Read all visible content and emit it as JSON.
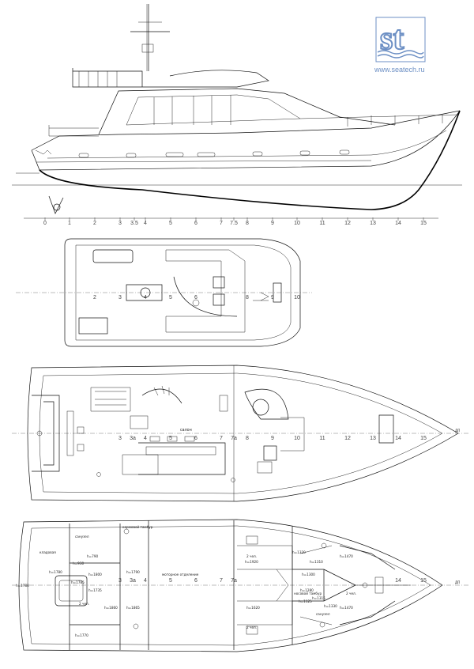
{
  "logo": {
    "site": "www.seatech.ru",
    "brand_lettering": "st",
    "color": "#6c8fc4"
  },
  "profile": {
    "frame_numbers": [
      "0",
      "1",
      "2",
      "3",
      "3.5",
      "4",
      "5",
      "6",
      "7",
      "7.5",
      "8",
      "9",
      "10",
      "11",
      "12",
      "13",
      "14",
      "15"
    ]
  },
  "flybridge_plan": {
    "frame_numbers": [
      "2",
      "3",
      "4",
      "5",
      "6",
      "8",
      "9",
      "10"
    ]
  },
  "main_deck_plan": {
    "room_label": "салон",
    "frame_numbers": [
      "3",
      "3a",
      "4",
      "5",
      "6",
      "7",
      "7a",
      "8",
      "9",
      "10",
      "11",
      "12",
      "13",
      "14",
      "15"
    ],
    "centerline_label": "ДП"
  },
  "lower_deck_plan": {
    "labels": {
      "sanuzel_top": "санузел",
      "h790": "h=790",
      "h930": "h=930",
      "cabin_top_left": "кормовой\nтамбур",
      "h1790": "h=1790",
      "h_left_1780": "h=1780",
      "h1800": "h=1800",
      "h1785": "h=1785",
      "h1735": "h=1735",
      "h1770": "h=1770",
      "h1860": "h=1860",
      "h1865": "h=1865",
      "h1788": "h=1788",
      "cabin_left": "2 чел.",
      "pantry": "кладовая",
      "engine_room": "моторное отделение",
      "cabin_right_top": "2 чел.",
      "cabin_right_bottom": "2 чел.",
      "h1920": "h=1920",
      "h1320": "h=1320",
      "h1310": "h=1310",
      "h1300": "h=1300",
      "h1470a": "h=1470",
      "h1470b": "h=1470",
      "h1280": "h=1280",
      "h1620": "h=1620",
      "h1315": "h=1315",
      "h1330": "h=1330",
      "h1125": "h=1125",
      "nose_cabin": "2 чел.",
      "forward_lobby": "носовой\nтамбур",
      "sanuzel_right": "санузел"
    },
    "frame_numbers": [
      "3",
      "3a",
      "4",
      "5",
      "6",
      "7",
      "7a",
      "14",
      "15"
    ],
    "centerline_label": "ДП"
  }
}
